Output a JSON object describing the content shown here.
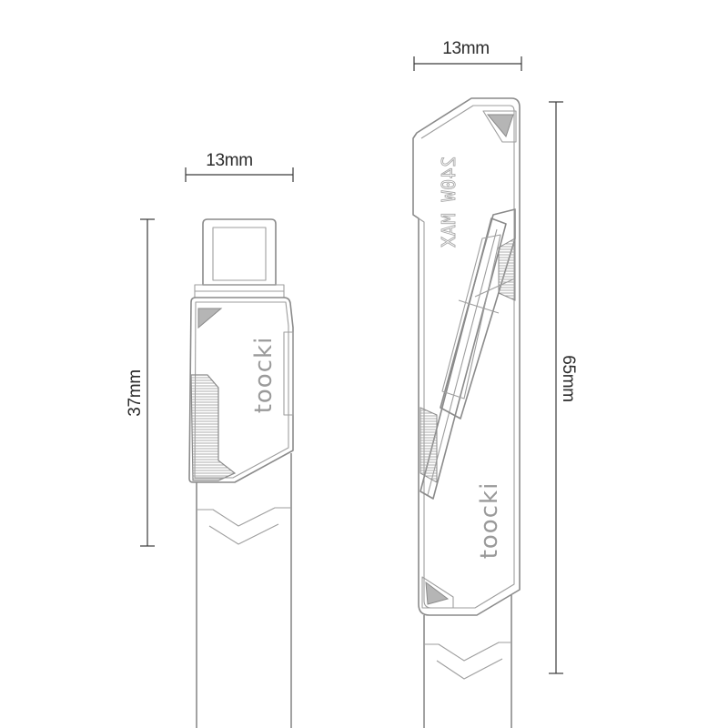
{
  "dimensions": {
    "short_connector_width": "13mm",
    "short_connector_length": "37mm",
    "long_connector_width": "13mm",
    "long_connector_length": "65mm"
  },
  "product": {
    "brand_short": "toocki",
    "brand_long": "toocki",
    "power_rating": "240W MAX"
  },
  "colors": {
    "outline": "#8a8a8a",
    "text": "#2a2a2a",
    "background": "#ffffff"
  }
}
